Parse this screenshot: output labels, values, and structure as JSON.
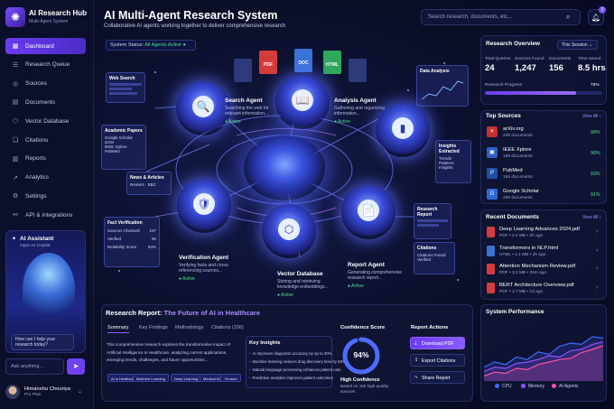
{
  "app": {
    "name": "AI Research Hub",
    "tagline": "Multi-Agent System"
  },
  "nav": [
    {
      "label": "Dashboard",
      "icon": "grid-icon",
      "glyph": "▦"
    },
    {
      "label": "Research Queue",
      "icon": "queue-icon",
      "glyph": "☰"
    },
    {
      "label": "Sources",
      "icon": "database-icon",
      "glyph": "◎"
    },
    {
      "label": "Documents",
      "icon": "document-icon",
      "glyph": "▤"
    },
    {
      "label": "Vector Database",
      "icon": "cube-icon",
      "glyph": "⬡"
    },
    {
      "label": "Citations",
      "icon": "bookmark-icon",
      "glyph": "❏"
    },
    {
      "label": "Reports",
      "icon": "report-icon",
      "glyph": "▥"
    },
    {
      "label": "Analytics",
      "icon": "chart-icon",
      "glyph": "↗"
    },
    {
      "label": "Settings",
      "icon": "gear-icon",
      "glyph": "⚙"
    },
    {
      "label": "API & Integrations",
      "icon": "link-icon",
      "glyph": "⚯"
    }
  ],
  "assistant": {
    "title": "AI Assistant",
    "subtitle": "Open AI Copilot",
    "prompt": "How can I help your research today?",
    "input_placeholder": "Ask anything...",
    "send_glyph": "➤"
  },
  "user": {
    "name": "Himanshu Chouriya",
    "plan": "Pro Plan"
  },
  "header": {
    "title": "AI Multi-Agent Research System",
    "subtitle": "Collaborative AI agents working together to deliver comprehensive research",
    "search_placeholder": "Search research, documents, etc...",
    "notifications": "3"
  },
  "system_status": {
    "label": "System Status:",
    "value": "All Agents Active"
  },
  "agents": [
    {
      "name": "Search Agent",
      "desc": "Searching the web for relevant information...",
      "status": "Active",
      "glyph": "🔍"
    },
    {
      "name": "Analysis Agent",
      "desc": "Gathering and organizing information...",
      "status": "Active",
      "glyph": "📖"
    },
    {
      "name": "Verification Agent",
      "desc": "Verifying facts and cross-referencing sources...",
      "status": "Active",
      "glyph": "🛡"
    },
    {
      "name": "Vector Database",
      "desc": "Storing and retrieving knowledge embeddings...",
      "status": "Active",
      "glyph": "⬡"
    },
    {
      "name": "Report Agent",
      "desc": "Generating comprehensive research report...",
      "status": "Active",
      "glyph": "📄"
    }
  ],
  "floating_cards": {
    "web_search": "Web Search",
    "academic_papers": {
      "title": "Academic Papers",
      "items": [
        "Google Scholar",
        "arXiv",
        "IEEE Xplore",
        "PubMed"
      ]
    },
    "news": {
      "title": "News & Articles",
      "items": [
        "Reuters",
        "BBC"
      ]
    },
    "fact": {
      "title": "Fact Verification",
      "rows": [
        [
          "Sources Checked",
          "107"
        ],
        [
          "Verified",
          "95"
        ],
        [
          "Reliability Score",
          "94%"
        ]
      ]
    },
    "data_analysis": "Data Analysis",
    "insights": {
      "title": "Insights Extracted",
      "items": [
        "Trends",
        "Patterns",
        "Insights"
      ]
    },
    "research_report": "Research Report",
    "citations": {
      "title": "Citations",
      "rows": [
        [
          "Citations Found",
          ""
        ],
        [
          "Verified",
          ""
        ]
      ]
    },
    "docs": [
      "PDF",
      "DOC",
      "HTML"
    ]
  },
  "overview": {
    "title": "Research Overview",
    "period": "This Session",
    "stats": [
      {
        "label": "Total Queries",
        "value": "24"
      },
      {
        "label": "Sources Found",
        "value": "1,247"
      },
      {
        "label": "Documents",
        "value": "156"
      },
      {
        "label": "Time Saved",
        "value": "8.5 hrs"
      }
    ],
    "progress_label": "Research Progress",
    "progress": "78%",
    "progress_fraction": 0.78
  },
  "top_sources": {
    "title": "Top Sources",
    "view_all": "View All",
    "items": [
      {
        "name": "arXiv.org",
        "sub": "245 documents",
        "pct": "98%",
        "color": "#c4302b",
        "glyph": "✕"
      },
      {
        "name": "IEEE Xplore",
        "sub": "189 documents",
        "pct": "96%",
        "color": "#2b5fc4",
        "glyph": "▣"
      },
      {
        "name": "PubMed",
        "sub": "156 documents",
        "pct": "93%",
        "color": "#1f4fa8",
        "glyph": "P"
      },
      {
        "name": "Google Scholar",
        "sub": "298 documents",
        "pct": "91%",
        "color": "#2d6ad8",
        "glyph": "G"
      }
    ]
  },
  "recent_docs": {
    "title": "Recent Documents",
    "view_all": "View All",
    "items": [
      {
        "name": "Deep Learning Advances 2024.pdf",
        "sub": "PDF • 2.4 MB • 2h ago",
        "color": "#d63b3b"
      },
      {
        "name": "Transformers in NLP.html",
        "sub": "HTML • 1.1 MB • 3h ago",
        "color": "#3b73d6"
      },
      {
        "name": "Attention Mechanism Review.pdf",
        "sub": "PDF • 3.2 MB • 32m ago",
        "color": "#d63b3b"
      },
      {
        "name": "BERT Architecture Overview.pdf",
        "sub": "PDF • 1.7 MB • 1d ago",
        "color": "#d63b3b"
      }
    ]
  },
  "report": {
    "title_prefix": "Research Report: ",
    "title_topic": "The Future of AI in Healthcare",
    "tabs": [
      "Summary",
      "Key Findings",
      "Methodology",
      "Citations (156)"
    ],
    "summary": "This comprehensive research explores the transformative impact of Artificial Intelligence in Healthcare, analyzing current applications, emerging trends, challenges, and future opportunities...",
    "tags": [
      "AI in Healthcare",
      "Machine Learning",
      "Deep Learning",
      "Medical AI",
      "+5 more"
    ],
    "insights_title": "Key Insights",
    "insights": [
      "AI improves diagnostic accuracy by up to 40%",
      "Machine learning reduces drug discovery time by 60%",
      "Natural language processing enhances patient care",
      "Predictive analytics improves patient outcomes"
    ],
    "confidence_title": "Confidence Score",
    "confidence": "94%",
    "confidence_fraction": 0.94,
    "confidence_level": "High Confidence",
    "confidence_note": "Based on 156 high-quality sources",
    "actions_title": "Report Actions",
    "actions": [
      "Download PDF",
      "Export Citations",
      "Share Report"
    ]
  },
  "performance": {
    "title": "System Performance",
    "legend": [
      "CPU",
      "Memory",
      "AI Agents"
    ],
    "colors": [
      "#3b6bff",
      "#9a4dff",
      "#ff4fa0"
    ]
  },
  "chart_data": {
    "type": "line",
    "title": "System Performance",
    "series": [
      {
        "name": "CPU",
        "values": [
          22,
          30,
          26,
          38,
          34,
          46,
          42,
          55,
          60,
          58,
          70,
          68
        ]
      },
      {
        "name": "Memory",
        "values": [
          15,
          22,
          20,
          28,
          30,
          34,
          40,
          38,
          48,
          50,
          58,
          62
        ]
      },
      {
        "name": "AI Agents",
        "values": [
          8,
          14,
          12,
          20,
          18,
          26,
          30,
          34,
          36,
          45,
          50,
          56
        ]
      }
    ],
    "ylim": [
      0,
      100
    ],
    "grid": false,
    "legend": "bottom"
  }
}
